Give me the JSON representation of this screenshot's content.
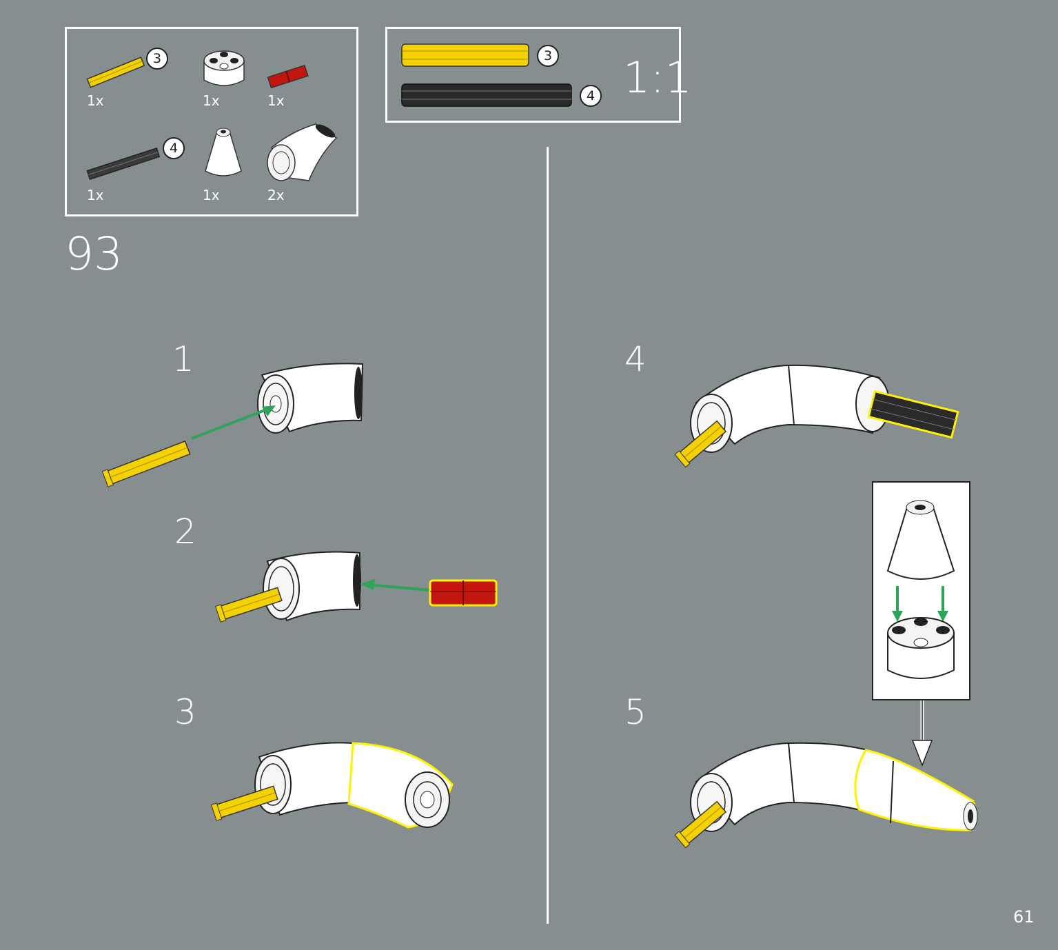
{
  "page": {
    "step_number": "93",
    "page_number": "61"
  },
  "parts_list": {
    "items": [
      {
        "name": "axle-3-yellow",
        "qty": "1x",
        "length_badge": "3"
      },
      {
        "name": "round-brick-2x2-white",
        "qty": "1x"
      },
      {
        "name": "axle-connector-red",
        "qty": "1x"
      },
      {
        "name": "axle-4-black",
        "qty": "1x",
        "length_badge": "4"
      },
      {
        "name": "cone-2x2-white",
        "qty": "1x"
      },
      {
        "name": "curved-tube-white",
        "qty": "2x"
      }
    ]
  },
  "scale_box": {
    "scale_label": "1:1",
    "yellow_axle_badge": "3",
    "black_axle_badge": "4"
  },
  "substeps": [
    {
      "number": "1"
    },
    {
      "number": "2"
    },
    {
      "number": "3"
    },
    {
      "number": "4"
    },
    {
      "number": "5"
    }
  ],
  "colors": {
    "background": "#878e8f",
    "yellow": "#f4d100",
    "red": "#c4150f",
    "black": "#2a2a2a",
    "white": "#ffffff",
    "highlight": "#fff200",
    "arrow": "#2fa35a"
  }
}
